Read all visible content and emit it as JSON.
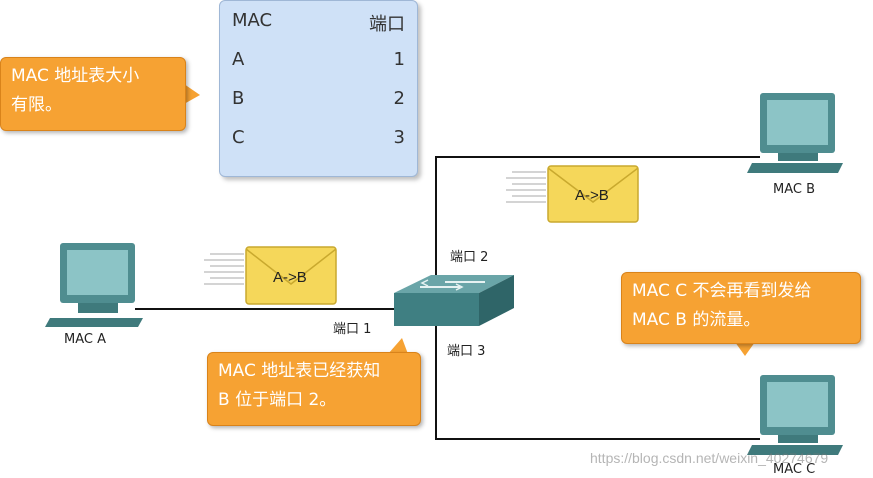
{
  "mac_table": {
    "header": {
      "mac": "MAC",
      "port": "端口"
    },
    "rows": [
      {
        "mac": "A",
        "port": "1"
      },
      {
        "mac": "B",
        "port": "2"
      },
      {
        "mac": "C",
        "port": "3"
      }
    ]
  },
  "callouts": {
    "table_size": [
      "MAC 地址表大小",
      "有限。"
    ],
    "port_learned": [
      "MAC 地址表已经获知",
      "B 位于端口 2。"
    ],
    "no_traffic": [
      "MAC C 不会再看到发给",
      "MAC B 的流量。"
    ]
  },
  "hosts": {
    "a": "MAC A",
    "b": "MAC B",
    "c": "MAC C"
  },
  "ports": {
    "p1": "端口 1",
    "p2": "端口 2",
    "p3": "端口 3"
  },
  "envelopes": {
    "left": "A->B",
    "right": "A->B"
  },
  "watermark": "https://blog.csdn.net/weixin_40274679",
  "colors": {
    "callout": "#f6a233",
    "table_bg": "#cfe1f7",
    "envelope": "#f5d75a",
    "switch": "#4d8a8d",
    "monitor": "#6aa7aa"
  }
}
